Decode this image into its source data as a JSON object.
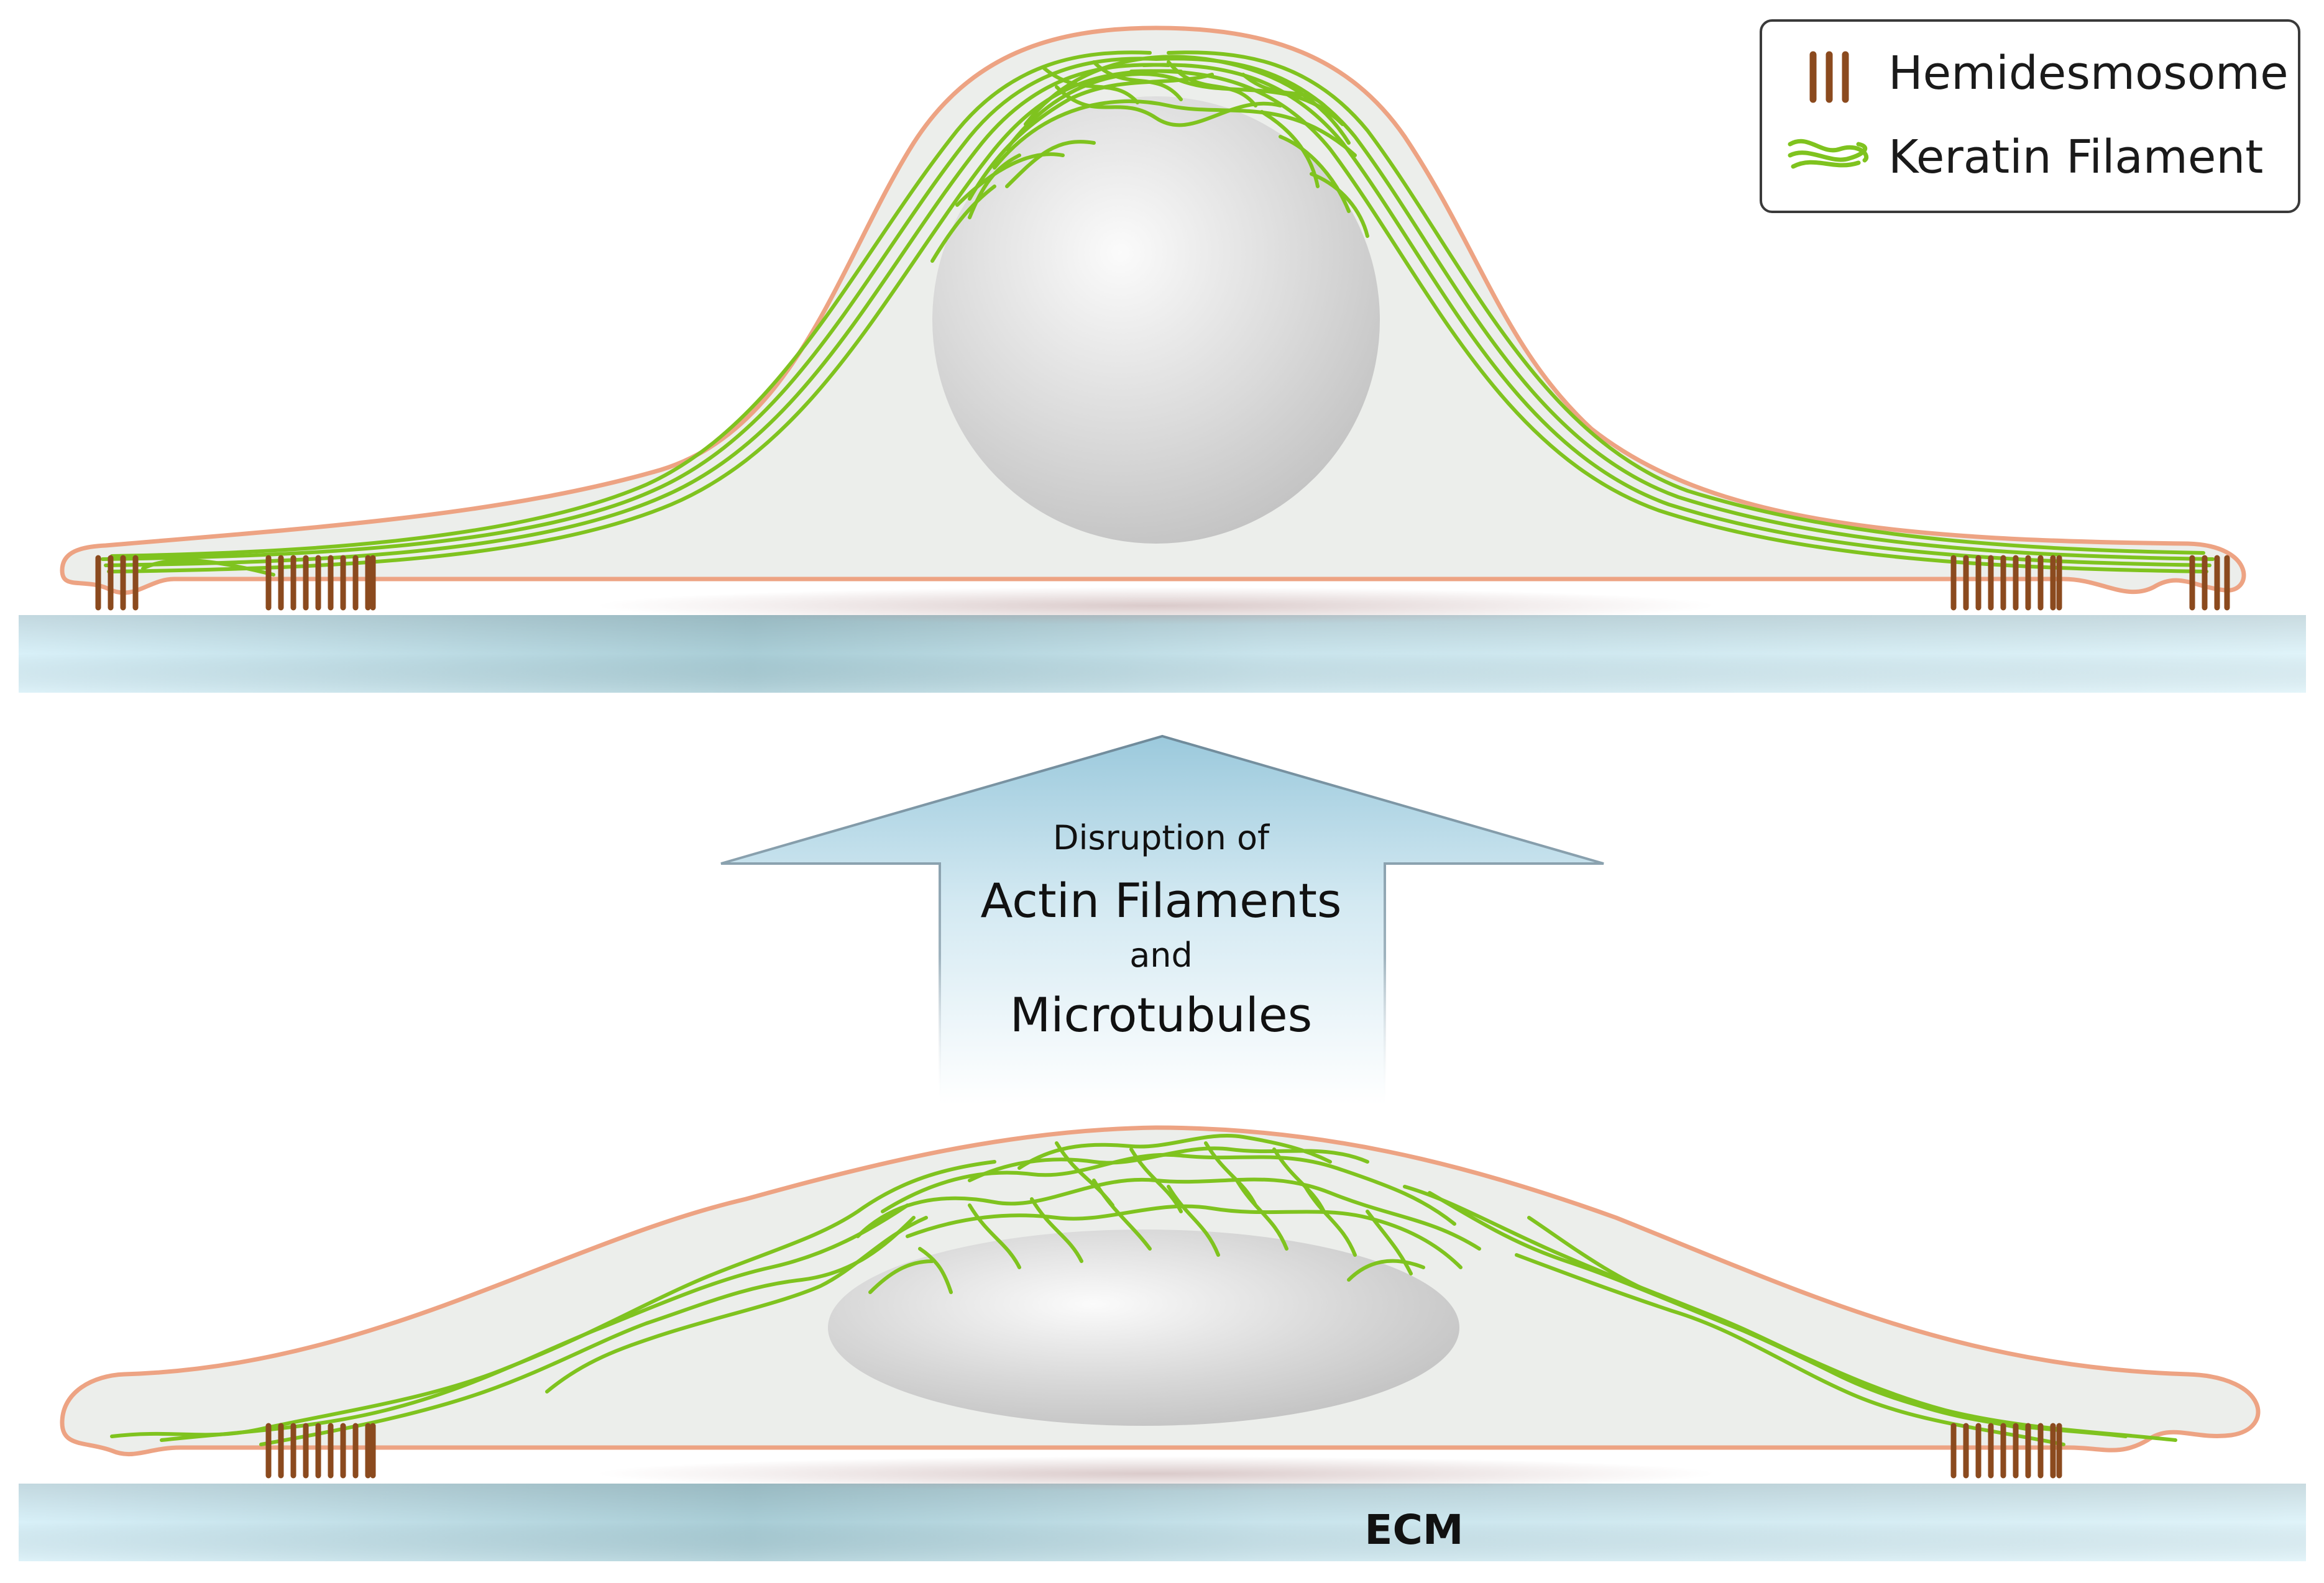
{
  "legend": {
    "hemidesmosome_label": "Hemidesmosome",
    "keratin_label": "Keratin Filament"
  },
  "arrow": {
    "line1": "Disruption of",
    "line2": "Actin Filaments",
    "line3": "and",
    "line4": "Microtubules"
  },
  "substrate": {
    "label": "ECM"
  },
  "colors": {
    "cell_outline": "#eda383",
    "cell_fill": "#eceeeb",
    "keratin": "#7fc31f",
    "hemidesmosome": "#8b4a1e",
    "ecm": "#cdeaf3"
  }
}
